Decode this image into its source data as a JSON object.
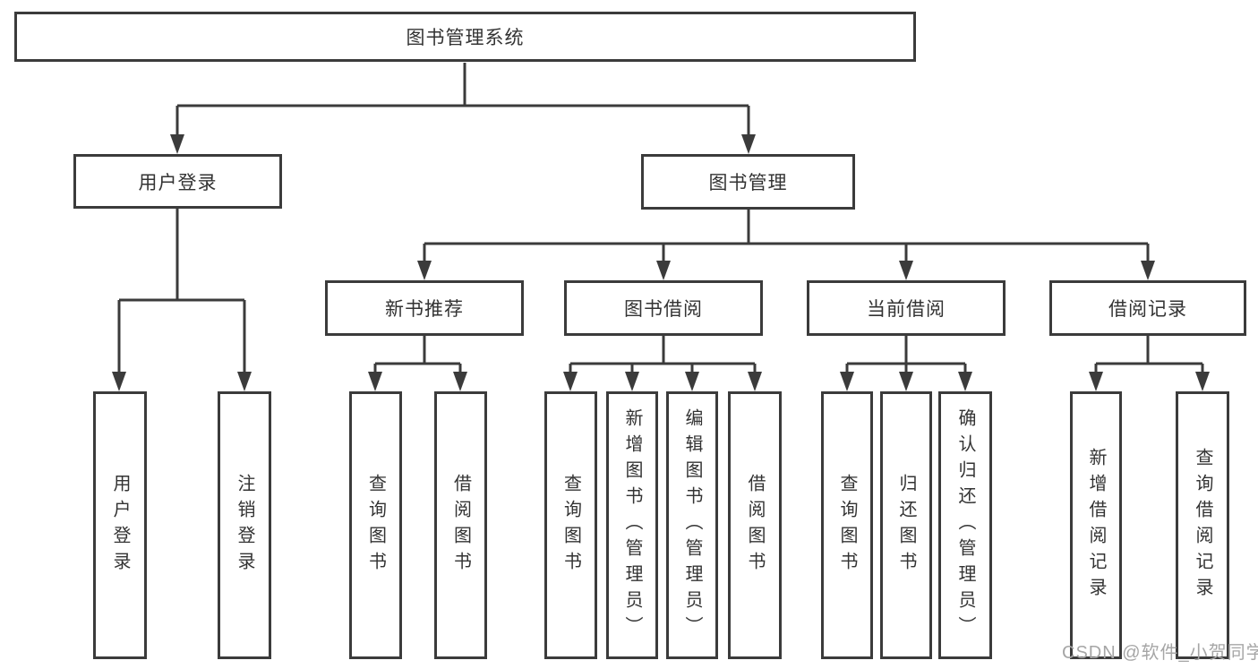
{
  "diagram": {
    "title": "图书管理系统",
    "type": "hierarchy-tree"
  },
  "nodes": {
    "root": "图书管理系统",
    "user_login": "用户登录",
    "book_mgmt": "图书管理",
    "new_book_rec": "新书推荐",
    "book_borrow": "图书借阅",
    "current_borrow": "当前借阅",
    "borrow_records": "借阅记录",
    "leaf_user_login": "用户登录",
    "leaf_logout": "注销登录",
    "leaf_nb_query": "查询图书",
    "leaf_nb_borrow": "借阅图书",
    "leaf_bb_query": "查询图书",
    "leaf_bb_add": "新增图书（管理员）",
    "leaf_bb_edit": "编辑图书（管理员）",
    "leaf_bb_borrow": "借阅图书",
    "leaf_cb_query": "查询图书",
    "leaf_cb_return": "归还图书",
    "leaf_cb_confirm": "确认归还（管理员）",
    "leaf_br_add": "新增借阅记录",
    "leaf_br_query": "查询借阅记录"
  },
  "watermark": "CSDN @软件_小贺同学",
  "colors": {
    "line": "#3b3b3b",
    "text": "#333333",
    "watermark": "#a6a6a6",
    "background": "#ffffff"
  }
}
